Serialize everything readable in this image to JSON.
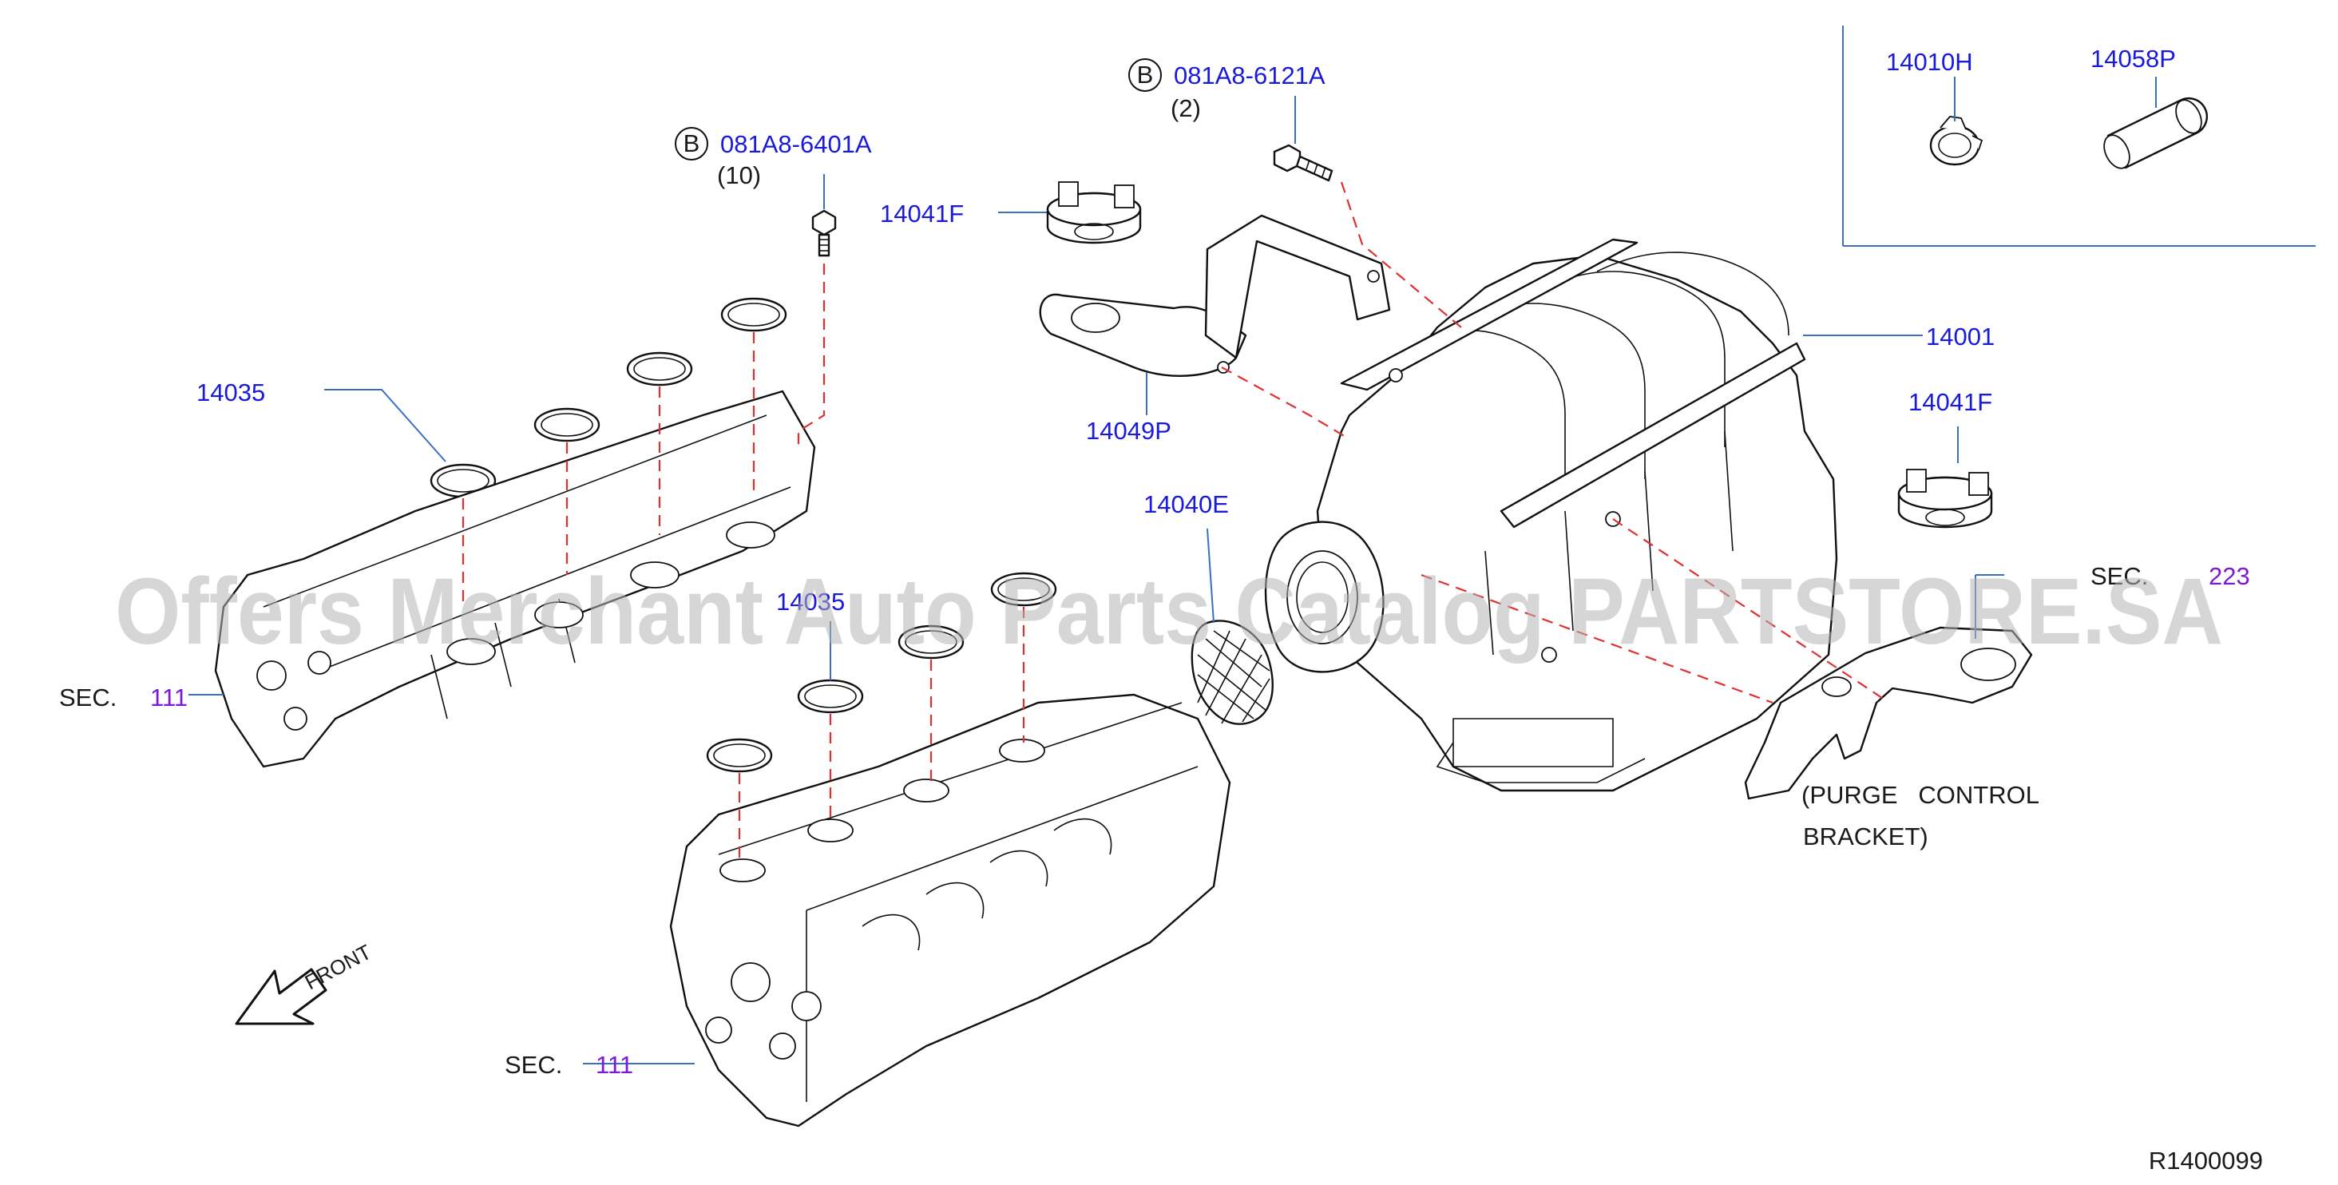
{
  "callouts": {
    "bolt_top_code": "B",
    "bolt_top_part": "081A8-6121A",
    "bolt_top_qty": "(2)",
    "bolt_left_code": "B",
    "bolt_left_part": "081A8-6401A",
    "bolt_left_qty": "(10)"
  },
  "parts": {
    "p14010H": "14010H",
    "p14058P": "14058P",
    "p14041F_top": "14041F",
    "p14041F_right": "14041F",
    "p14001": "14001",
    "p14035_left": "14035",
    "p14035_center": "14035",
    "p14049P": "14049P",
    "p14040E": "14040E"
  },
  "sections": {
    "sec_label_left": "SEC.",
    "sec_num_left": "111",
    "sec_label_bottom": "SEC.",
    "sec_num_bottom": "111",
    "sec_label_right": "SEC.",
    "sec_num_right": "223"
  },
  "notes": {
    "purge_line1": "(PURGE   CONTROL",
    "purge_line2": "BRACKET)",
    "front": "FRONT",
    "diagram_id": "R1400099"
  },
  "watermark": "Offers Merchant Auto Parts Catalog PARTSTORE.SA"
}
